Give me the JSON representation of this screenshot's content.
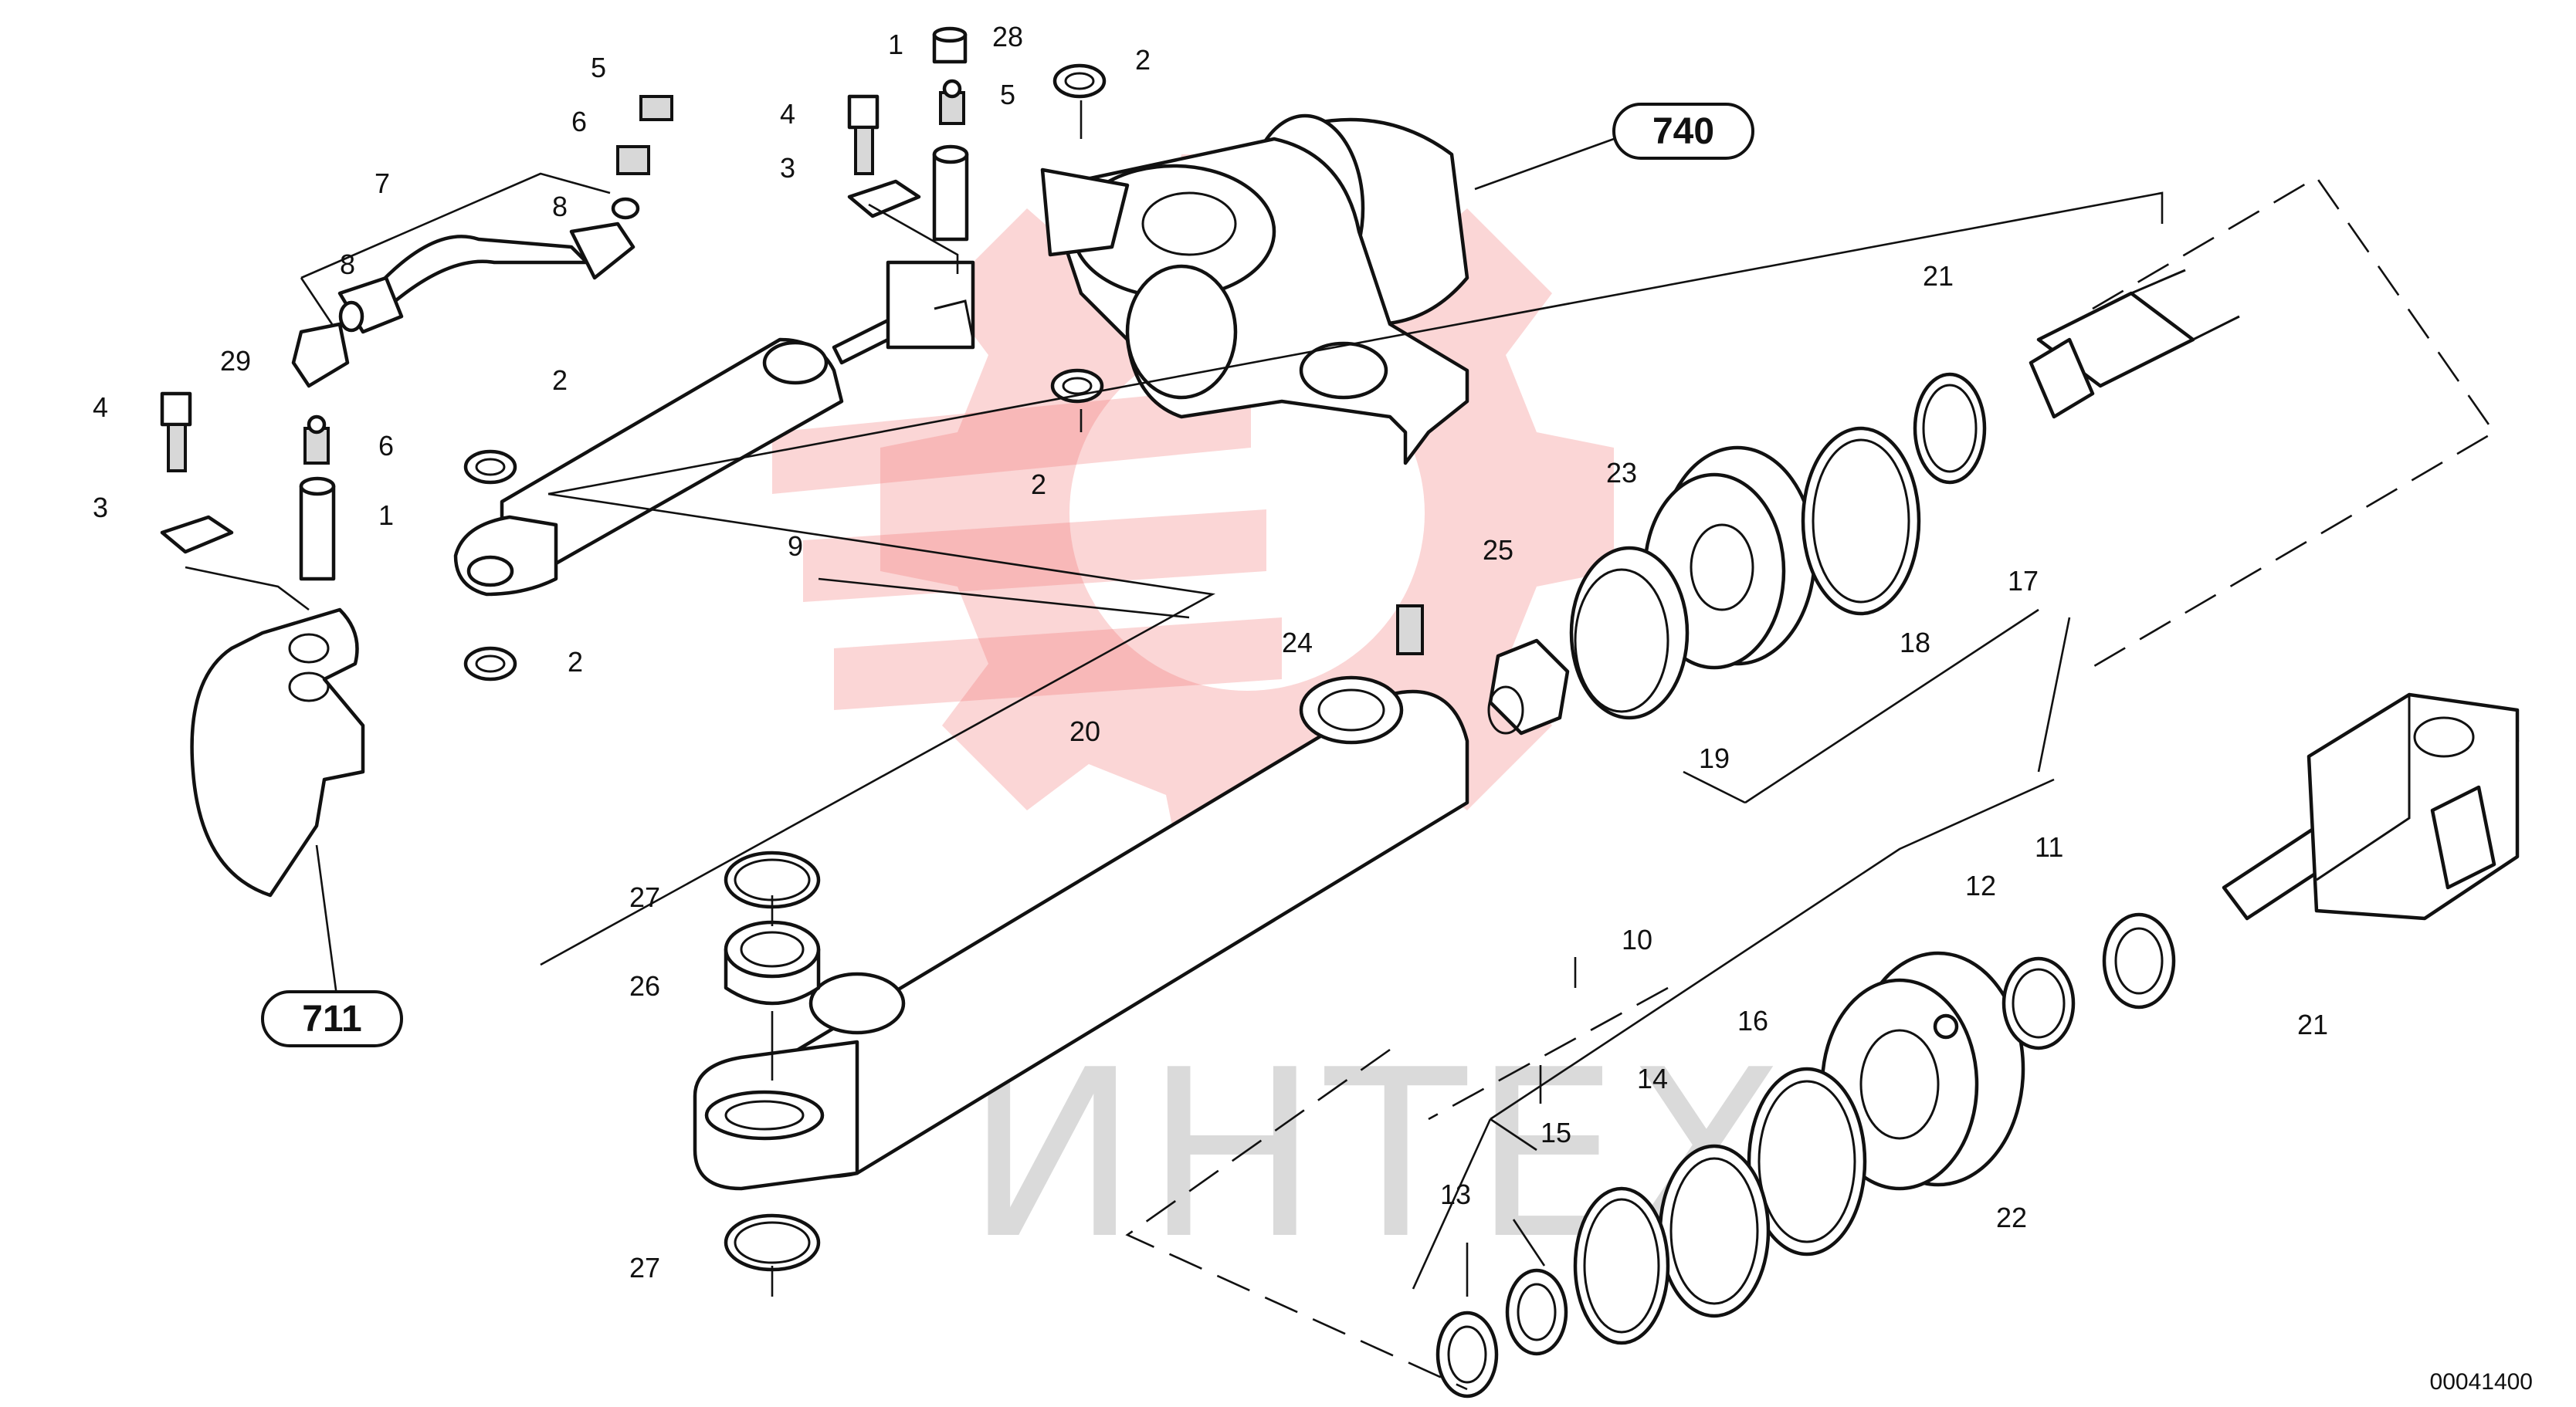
{
  "watermark": {
    "text": "ИНТЕХ",
    "color": "#f26a6a"
  },
  "reference_boxes": [
    {
      "id": "ref-740",
      "text": "740"
    },
    {
      "id": "ref-711",
      "text": "711"
    }
  ],
  "part_labels": {
    "l1a": "1",
    "l1b": "1",
    "l2a": "2",
    "l2b": "2",
    "l2c": "2",
    "l2d": "2",
    "l3a": "3",
    "l3b": "3",
    "l4a": "4",
    "l4b": "4",
    "l5a": "5",
    "l5b": "5",
    "l6a": "6",
    "l6b": "6",
    "l7": "7",
    "l8a": "8",
    "l8b": "8",
    "l9": "9",
    "l10": "10",
    "l11": "11",
    "l12": "12",
    "l13": "13",
    "l14": "14",
    "l15": "15",
    "l16": "16",
    "l17": "17",
    "l18": "18",
    "l19": "19",
    "l20": "20",
    "l21a": "21",
    "l21b": "21",
    "l22": "22",
    "l23": "23",
    "l24": "24",
    "l25": "25",
    "l26": "26",
    "l27a": "27",
    "l27b": "27",
    "l28": "28",
    "l29": "29"
  },
  "drawing_code": "00041400"
}
